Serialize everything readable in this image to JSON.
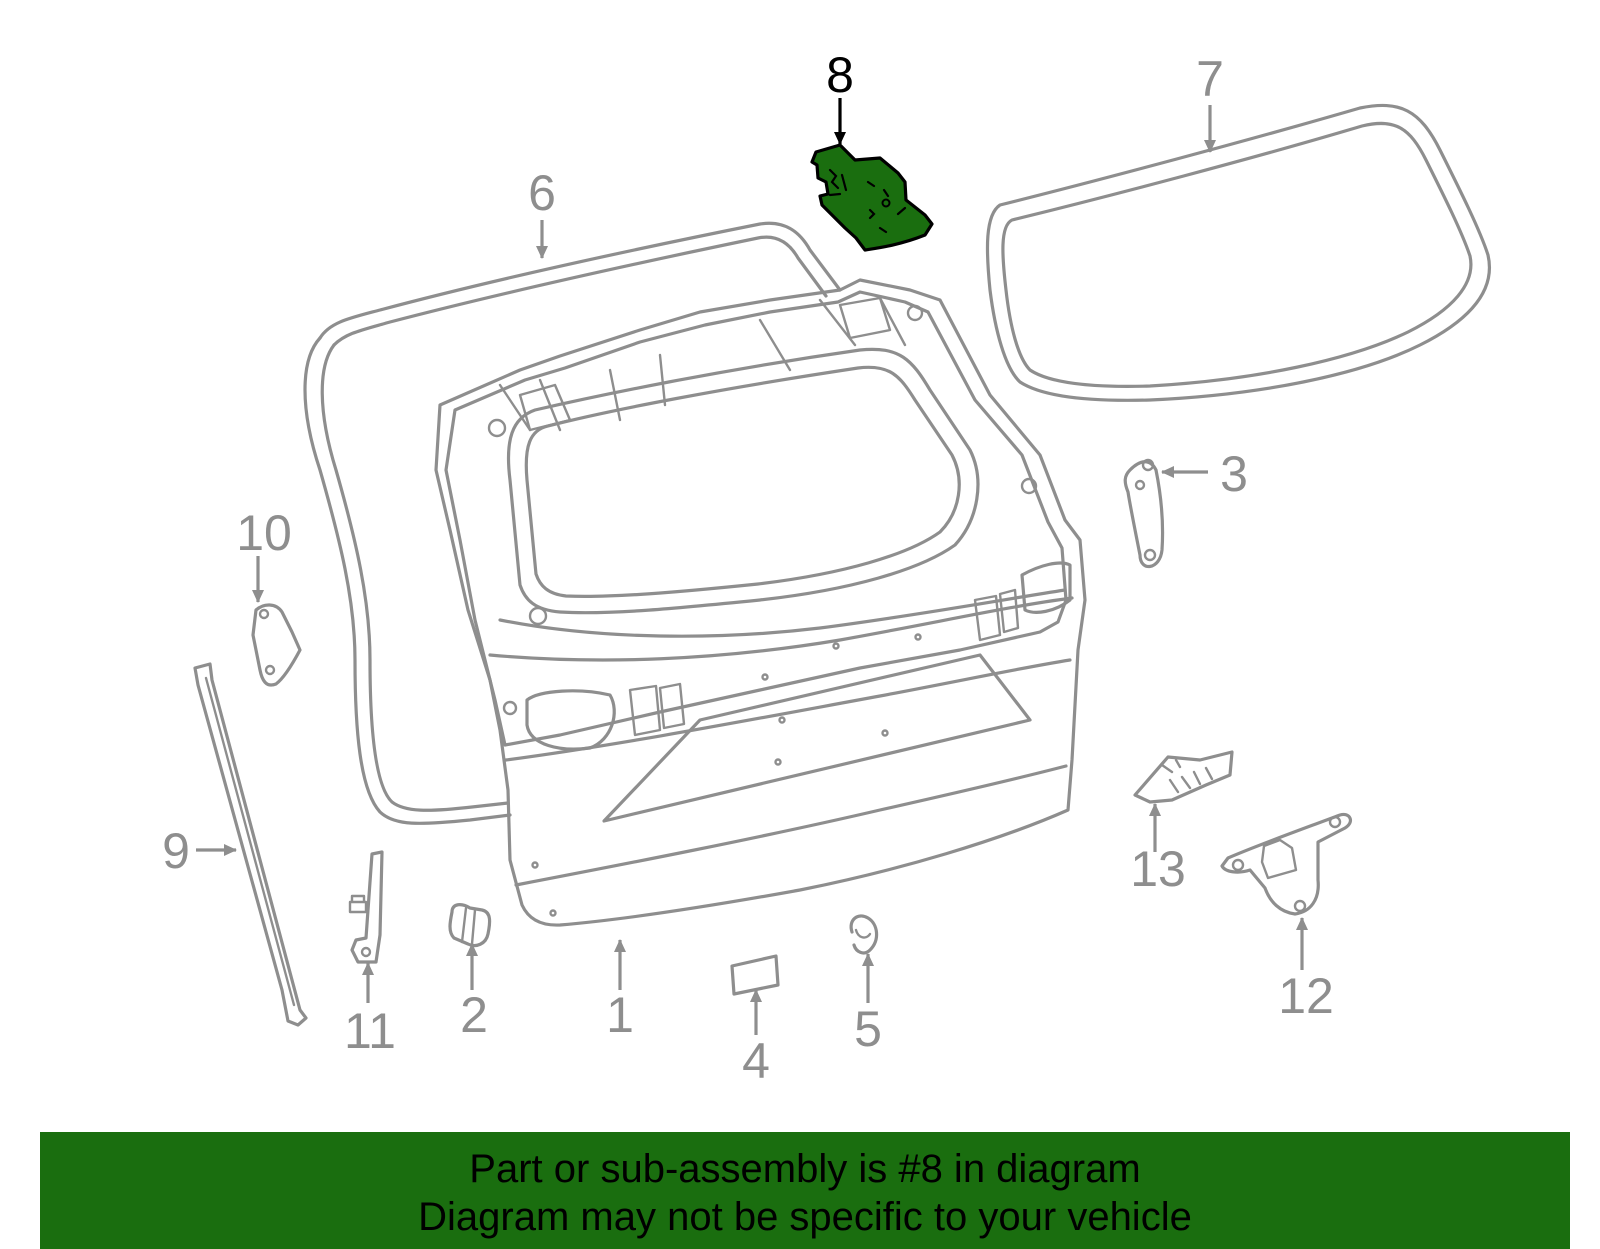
{
  "diagram": {
    "highlight_color": "#1a6e0f",
    "line_color": "#8e8e8e",
    "highlighted_part": "8",
    "callouts": [
      "1",
      "2",
      "3",
      "4",
      "5",
      "6",
      "7",
      "8",
      "9",
      "10",
      "11",
      "12",
      "13"
    ]
  },
  "banner": {
    "line1": "Part or sub-assembly is #8 in diagram",
    "line2": "Diagram may not be specific to your vehicle",
    "background": "#1a6e0f"
  }
}
